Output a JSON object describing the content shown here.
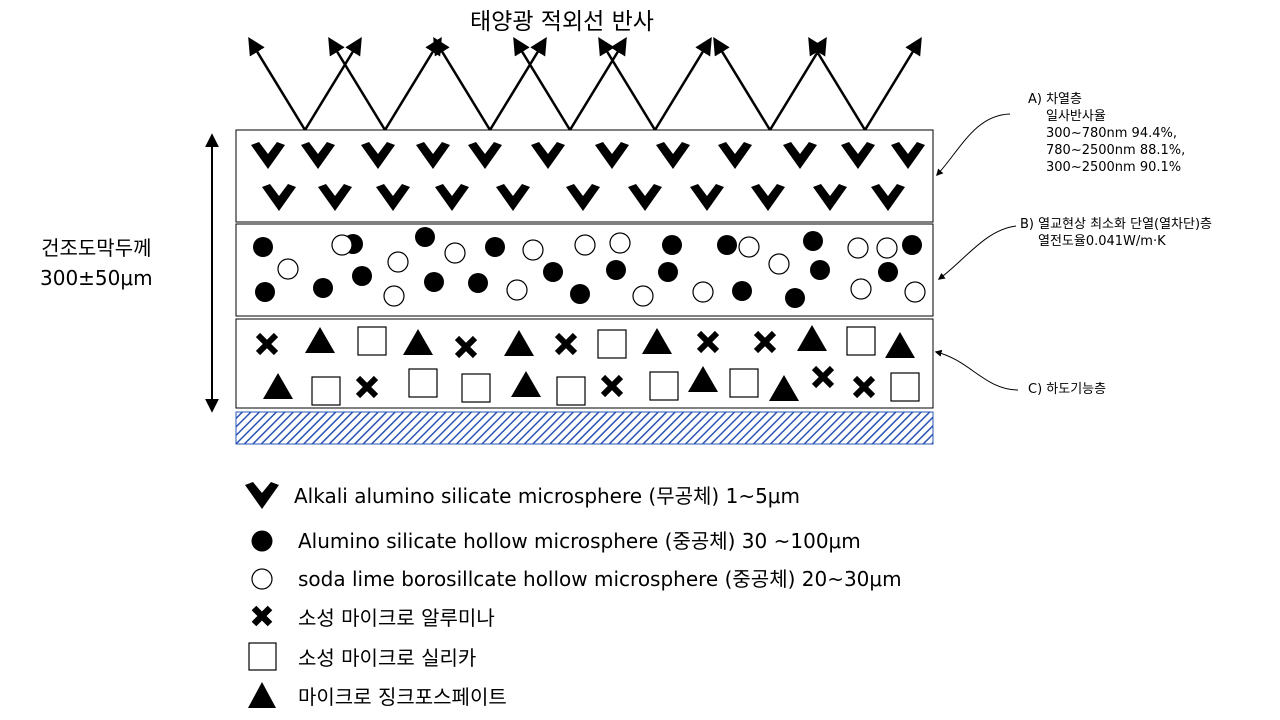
{
  "top_title": "태양광 적외선 반사",
  "thickness": {
    "line1": "건조도막두께",
    "line2": "300±50μm"
  },
  "annotations": {
    "a": {
      "title": "A) 차열층",
      "lines": [
        "일사반사율",
        "300~780nm   94.4%,",
        "780~2500nm 88.1%,",
        "300~2500nm 90.1%"
      ]
    },
    "b": {
      "title": "B) 열교현상 최소화 단열(열차단)층",
      "lines": [
        "열전도율0.041W/m·K"
      ]
    },
    "c": {
      "title": "C) 하도기능층"
    }
  },
  "legend": [
    {
      "symbol": "chevron",
      "text": "Alkali alumino silicate microsphere (무공체) 1~5μm"
    },
    {
      "symbol": "filled-circle",
      "text": "Alumino silicate hollow microsphere (중공체) 30 ~100μm"
    },
    {
      "symbol": "open-circle",
      "text": "soda lime borosillcate hollow microsphere (중공체) 20~30μm"
    },
    {
      "symbol": "cross",
      "text": "소성 마이크로 알루미나"
    },
    {
      "symbol": "square",
      "text": "소성 마이크로 실리카"
    },
    {
      "symbol": "triangle",
      "text": "마이크로 징크포스페이트"
    }
  ]
}
